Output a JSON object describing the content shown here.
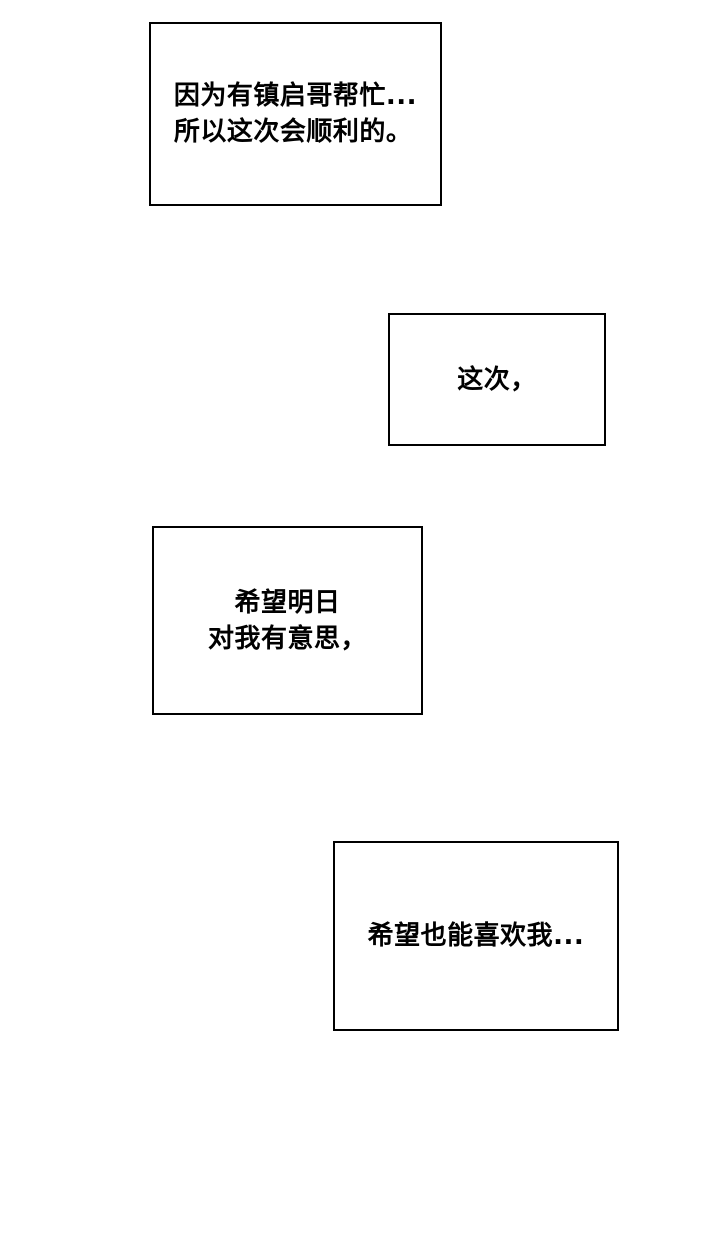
{
  "captions": [
    {
      "lines": [
        "因为有镇启哥帮忙...",
        "所以这次会顺利的。"
      ]
    },
    {
      "lines": [
        "这次，"
      ]
    },
    {
      "lines": [
        "希望明日",
        "对我有意思，"
      ]
    },
    {
      "lines": [
        "希望也能喜欢我..."
      ]
    }
  ]
}
